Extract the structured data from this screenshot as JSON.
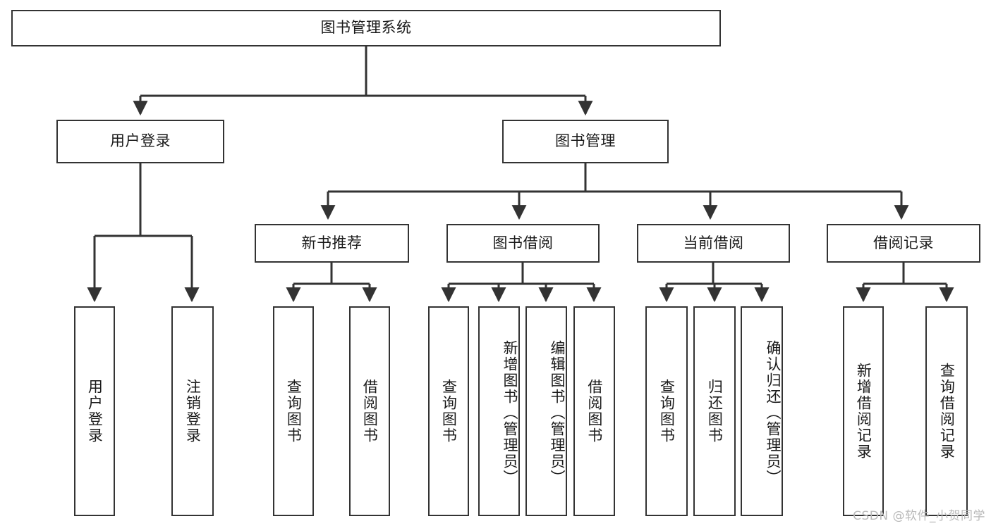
{
  "diagram": {
    "title": "图书管理系统",
    "type": "hierarchy-tree",
    "root": {
      "id": "root",
      "label": "图书管理系统",
      "orientation": "horizontal"
    },
    "level2": [
      {
        "id": "user-login",
        "label": "用户登录",
        "orientation": "horizontal"
      },
      {
        "id": "book-manage",
        "label": "图书管理",
        "orientation": "horizontal"
      }
    ],
    "level3": [
      {
        "id": "new-book-rec",
        "label": "新书推荐",
        "orientation": "horizontal"
      },
      {
        "id": "book-borrow",
        "label": "图书借阅",
        "orientation": "horizontal"
      },
      {
        "id": "current-borrow",
        "label": "当前借阅",
        "orientation": "horizontal"
      },
      {
        "id": "borrow-record",
        "label": "借阅记录",
        "orientation": "horizontal"
      }
    ],
    "leaves": {
      "user_login": [
        {
          "id": "leaf-user-login",
          "label": "用户登录",
          "orientation": "vertical"
        },
        {
          "id": "leaf-logout",
          "label": "注销登录",
          "orientation": "vertical"
        }
      ],
      "new_book_rec": [
        {
          "id": "leaf-query-book-1",
          "label": "查询图书",
          "orientation": "vertical"
        },
        {
          "id": "leaf-borrow-book-1",
          "label": "借阅图书",
          "orientation": "vertical"
        }
      ],
      "book_borrow": [
        {
          "id": "leaf-query-book-2",
          "label": "查询图书",
          "orientation": "vertical"
        },
        {
          "id": "leaf-add-book",
          "label": "新增图书（管理员）",
          "orientation": "vertical"
        },
        {
          "id": "leaf-edit-book",
          "label": "编辑图书（管理员）",
          "orientation": "vertical"
        },
        {
          "id": "leaf-borrow-book-2",
          "label": "借阅图书",
          "orientation": "vertical"
        }
      ],
      "current_borrow": [
        {
          "id": "leaf-query-book-3",
          "label": "查询图书",
          "orientation": "vertical"
        },
        {
          "id": "leaf-return-book",
          "label": "归还图书",
          "orientation": "vertical"
        },
        {
          "id": "leaf-confirm-return",
          "label": "确认归还（管理员）",
          "orientation": "vertical"
        }
      ],
      "borrow_record": [
        {
          "id": "leaf-add-record",
          "label": "新增借阅记录",
          "orientation": "vertical"
        },
        {
          "id": "leaf-query-record",
          "label": "查询借阅记录",
          "orientation": "vertical"
        }
      ]
    },
    "colors": {
      "stroke": "#333333",
      "fill": "#ffffff",
      "text": "#1a1a1a",
      "watermark": "#b9b9b9"
    }
  },
  "watermark": {
    "text": "CSDN @软件_小贺同学"
  }
}
